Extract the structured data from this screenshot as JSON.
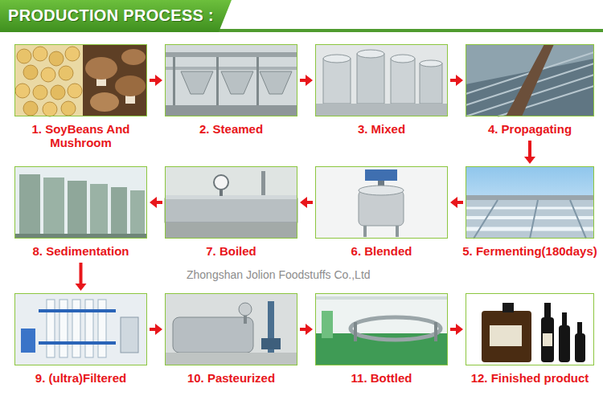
{
  "diagram": {
    "title": "PRODUCTION PROCESS :",
    "nodes": [
      {
        "text": [
          "1. SoyBeans And Mushroom"
        ]
      },
      {
        "text": [
          "2. Steamed"
        ]
      },
      {
        "text": [
          "3. Mixed"
        ]
      },
      {
        "text": [
          "4. Propagating"
        ]
      },
      {
        "text": [
          "5. Fermenting(180days)"
        ]
      },
      {
        "text": [
          "6. Blended"
        ]
      },
      {
        "text": [
          "7. Boiled"
        ]
      },
      {
        "text": [
          "8. Sedimentation"
        ]
      },
      {
        "text": [
          "9. (ultra)Filtered"
        ]
      },
      {
        "text": [
          "10. Pasteurized"
        ]
      },
      {
        "text": [
          "11. Bottled"
        ]
      },
      {
        "text": [
          "12. Finished product"
        ]
      }
    ],
    "edges": [
      {
        "from": 0,
        "to": 1,
        "arrow": "to"
      },
      {
        "from": 1,
        "to": 2,
        "arrow": "to"
      },
      {
        "from": 2,
        "to": 3,
        "arrow": "to"
      },
      {
        "from": 3,
        "to": 4,
        "arrow": "to"
      },
      {
        "from": 4,
        "to": 5,
        "arrow": "to"
      },
      {
        "from": 5,
        "to": 6,
        "arrow": "to"
      },
      {
        "from": 6,
        "to": 7,
        "arrow": "to"
      },
      {
        "from": 7,
        "to": 8,
        "arrow": "to"
      },
      {
        "from": 8,
        "to": 9,
        "arrow": "to"
      },
      {
        "from": 9,
        "to": 10,
        "arrow": "to"
      },
      {
        "from": 10,
        "to": 11,
        "arrow": "to"
      }
    ],
    "labels": [
      "Zhongshan Jolion Foodstuffs Co.,Ltd"
    ]
  }
}
